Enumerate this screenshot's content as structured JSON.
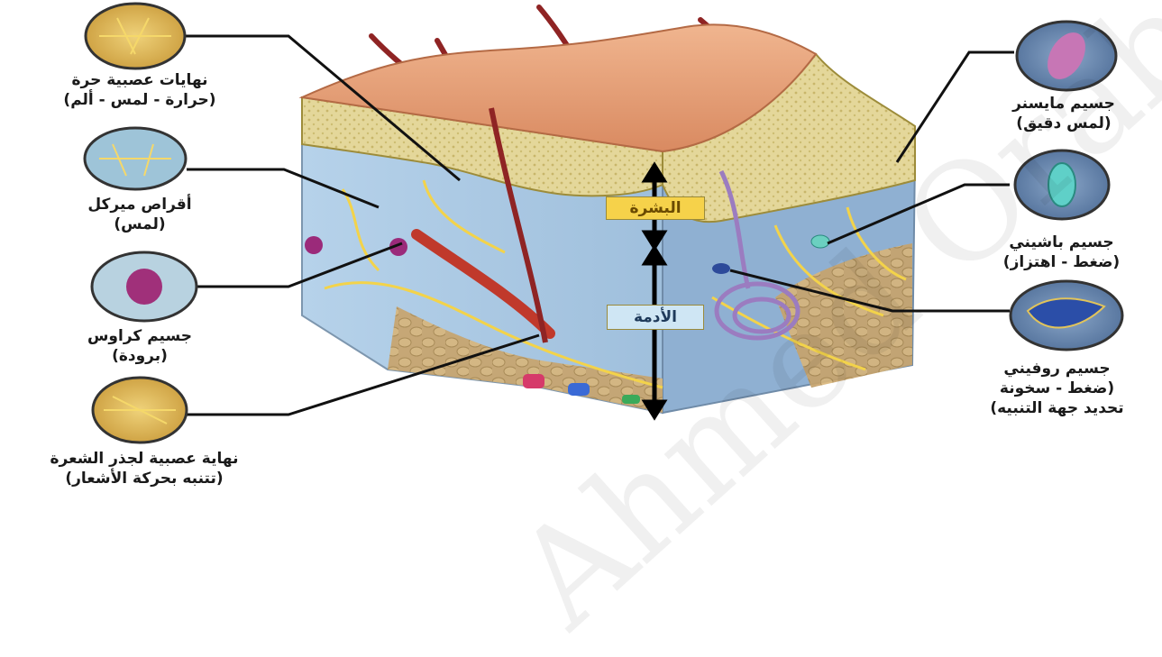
{
  "left_labels": [
    {
      "line1": "نهايات عصبية حرة",
      "line2": "(حرارة - لمس - ألم)"
    },
    {
      "line1": "أقراص ميركل",
      "line2": "(لمس)"
    },
    {
      "line1": "جسيم كراوس",
      "line2": "(برودة)"
    },
    {
      "line1": "نهاية عصبية لجذر الشعرة",
      "line2": "(تتنبه بحركة الأشعار)"
    }
  ],
  "right_labels": [
    {
      "line1": "جسيم مايسنر",
      "line2": "(لمس دقيق)"
    },
    {
      "line1": "جسيم باشيني",
      "line2": "(ضغط - اهتزاز)"
    },
    {
      "line1": "جسيم روفيني",
      "line2": "(ضغط - سخونة",
      "line3": "تحديد جهة التنبيه)"
    }
  ],
  "layer_tags": {
    "epidermis": "البشرة",
    "dermis": "الأدمة"
  },
  "colors": {
    "epidermis_tag_bg": "#f6d24a",
    "dermis_tag_bg": "#cfe6f4",
    "nerve": "#f1d24a",
    "skin_surface": "#e9a27a",
    "dermis": "#a9c8e2",
    "hair": "#9c2a2a",
    "circle_bg": "#5f7fa8"
  },
  "watermark": "Ahmed Orabi"
}
